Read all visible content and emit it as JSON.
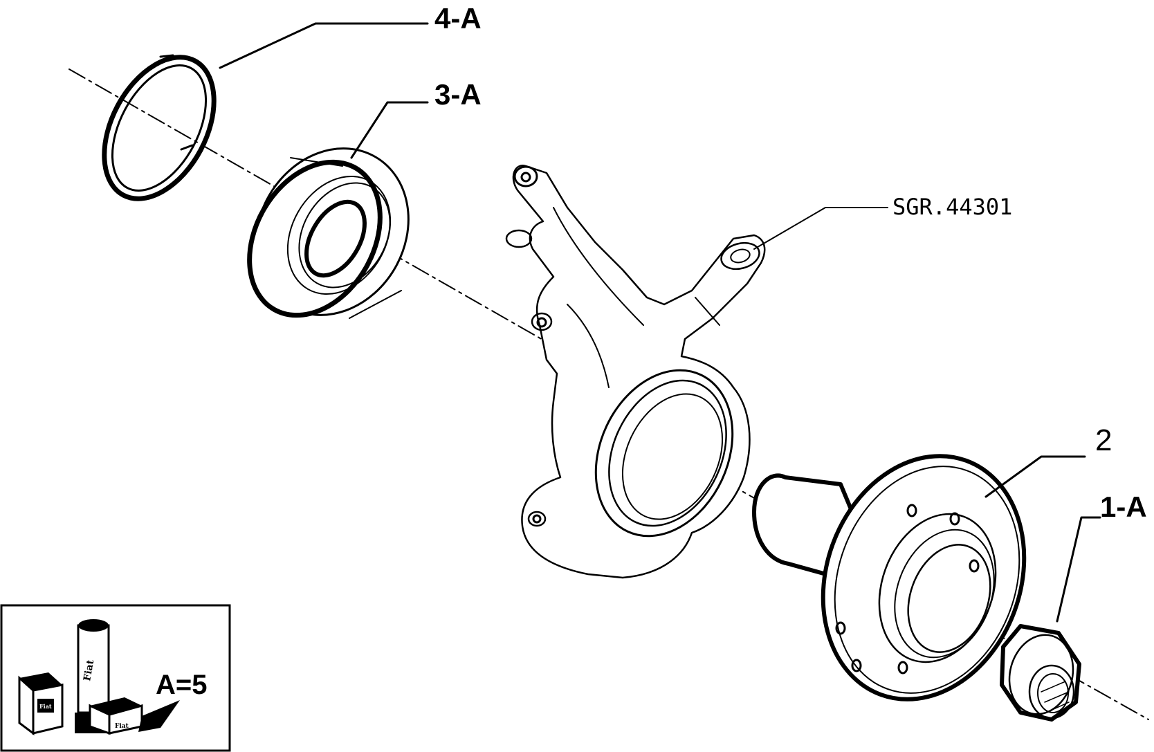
{
  "callouts": {
    "c4a": "4-A",
    "c3a": "3-A",
    "ref": "SGR.44301",
    "c2": "2",
    "c1a": "1-A"
  },
  "legend_box": {
    "label": "A=5",
    "brand": "Fiat"
  },
  "parts": [
    {
      "id": "4-A",
      "name": "circlip ring"
    },
    {
      "id": "3-A",
      "name": "wheel bearing"
    },
    {
      "id": "SGR.44301",
      "name": "steering knuckle"
    },
    {
      "id": "2",
      "name": "wheel hub"
    },
    {
      "id": "1-A",
      "name": "hub nut"
    }
  ]
}
